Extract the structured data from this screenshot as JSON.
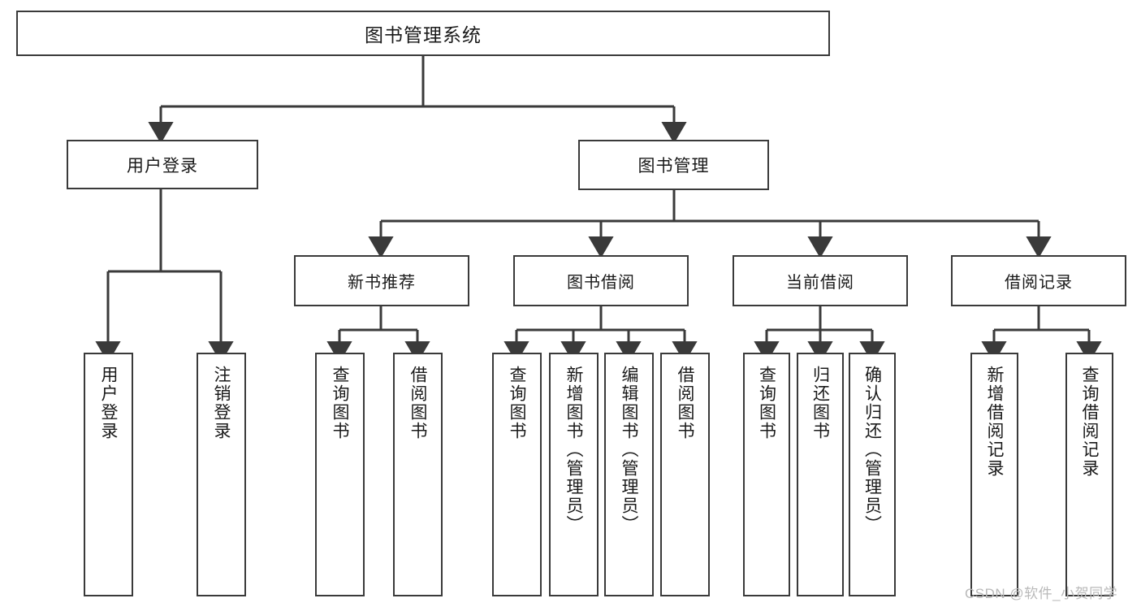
{
  "diagram": {
    "title": "图书管理系统",
    "type": "hierarchy-tree",
    "watermark": "CSDN @软件_小贺同学",
    "colors": {
      "box_border": "#3a3a3a",
      "box_fill": "#ffffff",
      "connector": "#3a3a3a",
      "text": "#1a1a1a",
      "watermark": "#b9b9b9"
    },
    "root": {
      "label": "图书管理系统"
    },
    "level1": [
      {
        "label": "用户登录"
      },
      {
        "label": "图书管理"
      }
    ],
    "level2": [
      {
        "label": "新书推荐"
      },
      {
        "label": "图书借阅"
      },
      {
        "label": "当前借阅"
      },
      {
        "label": "借阅记录"
      }
    ],
    "leaves": {
      "user_login": [
        {
          "label": "用户登录"
        },
        {
          "label": "注销登录"
        }
      ],
      "new_book_recommend": [
        {
          "label": "查询图书"
        },
        {
          "label": "借阅图书"
        }
      ],
      "book_borrow": [
        {
          "label": "查询图书"
        },
        {
          "label": "新增图书（管理员）"
        },
        {
          "label": "编辑图书（管理员）"
        },
        {
          "label": "借阅图书"
        }
      ],
      "current_borrow": [
        {
          "label": "查询图书"
        },
        {
          "label": "归还图书"
        },
        {
          "label": "确认归还（管理员）"
        }
      ],
      "borrow_record": [
        {
          "label": "新增借阅记录"
        },
        {
          "label": "查询借阅记录"
        }
      ]
    }
  }
}
